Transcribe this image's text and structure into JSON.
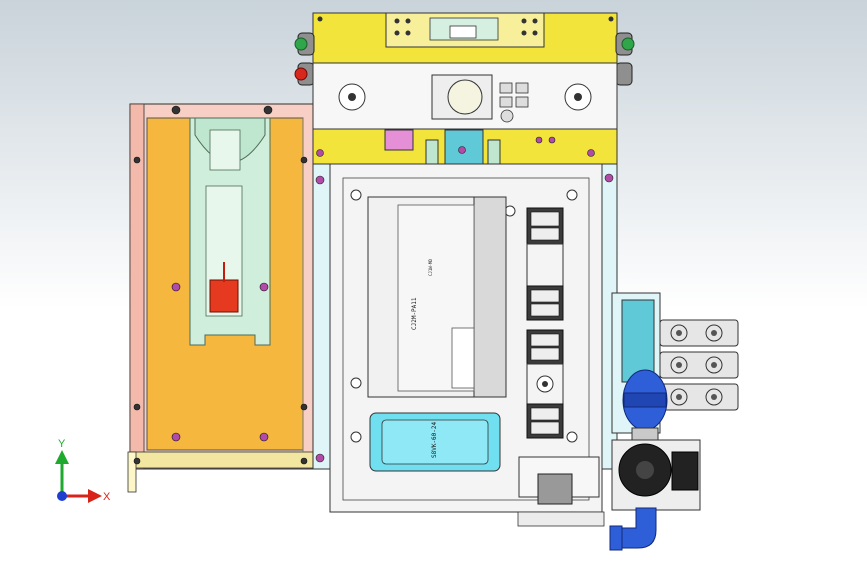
{
  "labels": {
    "controller_model": "CJ2M-PA11",
    "controller_side": "CJ1W-MD",
    "power_supply_model": "S8VK-60-24"
  },
  "axes": {
    "x_label": "X",
    "y_label": "Y"
  },
  "colors": {
    "background_top": "#c9d3da",
    "base_plate": "#f5b73d",
    "top_block": "#f2e43b",
    "psu": "#70dff0",
    "valve_blue": "#2f5fd8",
    "actuator_red": "#e53a1f",
    "highlight_magenta": "#e58fd6"
  }
}
